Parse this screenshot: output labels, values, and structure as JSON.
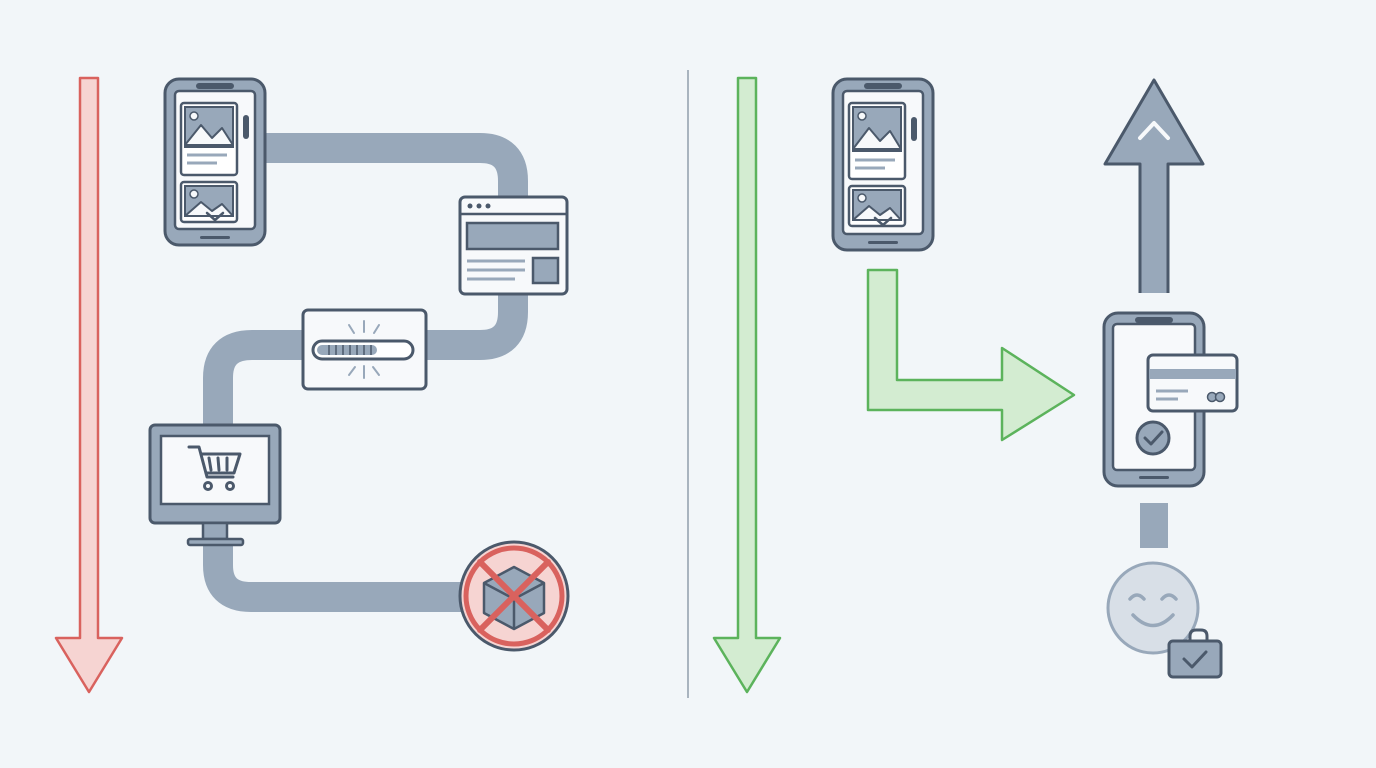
{
  "colors": {
    "background": "#f2f6f9",
    "outline": "#4b596b",
    "device_fill": "#98a8ba",
    "screen_fill": "#f7f9fb",
    "path_gray": "#98a8ba",
    "bad_stroke": "#d9625e",
    "bad_fill": "#f6d4d2",
    "good_stroke": "#5cb35c",
    "good_fill": "#d3ecd1",
    "divider": "#a9b4bf"
  },
  "panels": [
    {
      "id": "fragmented-journey",
      "tone": "bad",
      "flow_arrow": "down",
      "steps": [
        "mobile-feed",
        "web-page",
        "loading-bar",
        "desktop-cart",
        "abandoned-box"
      ]
    },
    {
      "id": "seamless-journey",
      "tone": "good",
      "flow_arrow": "down",
      "steps": [
        "mobile-feed",
        "mobile-payment",
        "happy-customer"
      ]
    }
  ],
  "icons": [
    "phone-feed-icon",
    "browser-window-icon",
    "loading-bar-icon",
    "shopping-cart-icon",
    "desktop-monitor-icon",
    "cancelled-package-icon",
    "credit-card-icon",
    "checkmark-icon",
    "smiley-icon",
    "shopping-bag-check-icon",
    "up-arrow-icon"
  ]
}
